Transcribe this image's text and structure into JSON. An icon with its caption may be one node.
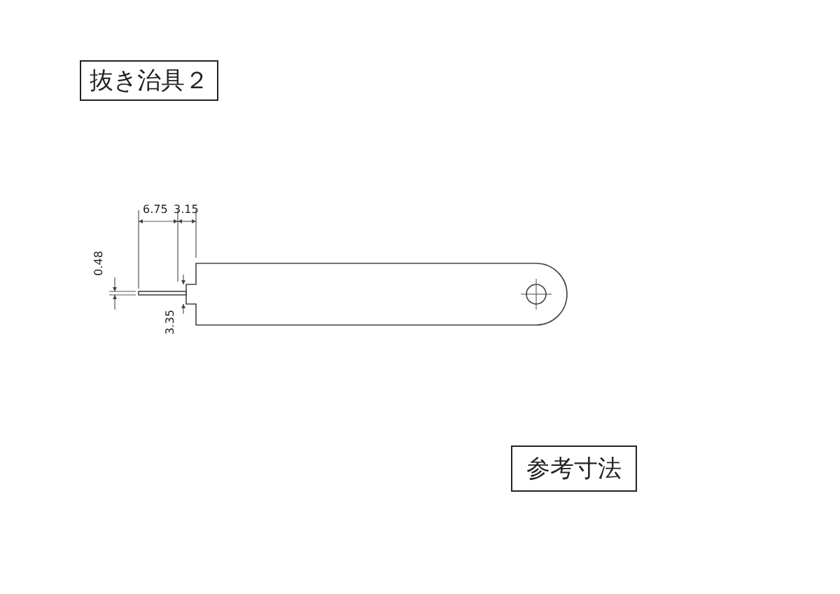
{
  "diagram": {
    "title": "抜き治具２",
    "labels": [
      "6.75",
      "3.15",
      "0.48",
      "3.35",
      "参考寸法"
    ]
  }
}
